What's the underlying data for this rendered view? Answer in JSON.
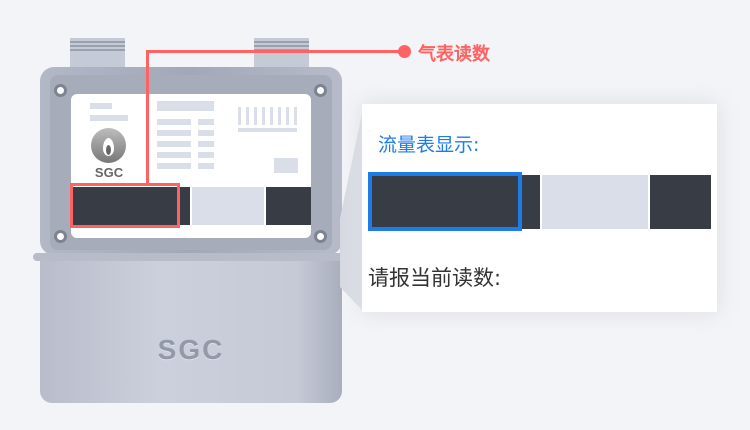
{
  "meter": {
    "brand_logo": "SGC",
    "body_brand": "SGC"
  },
  "callout": {
    "label": "气表读数",
    "color": "#ff6262"
  },
  "panel": {
    "display_label": "流量表显示:",
    "prompt_label": "请报当前读数:",
    "accent_color": "#1e7ce8"
  }
}
